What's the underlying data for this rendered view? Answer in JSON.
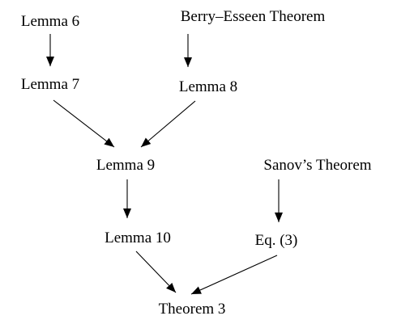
{
  "diagram": {
    "nodes": [
      {
        "id": "lemma6",
        "label": "Lemma 6"
      },
      {
        "id": "berry_esseen",
        "label": "Berry–Esseen Theorem"
      },
      {
        "id": "lemma7",
        "label": "Lemma 7"
      },
      {
        "id": "lemma8",
        "label": "Lemma 8"
      },
      {
        "id": "lemma9",
        "label": "Lemma 9"
      },
      {
        "id": "sanov",
        "label": "Sanov’s Theorem"
      },
      {
        "id": "lemma10",
        "label": "Lemma 10"
      },
      {
        "id": "eq3",
        "label": "Eq. (3)"
      },
      {
        "id": "theorem3",
        "label": "Theorem 3"
      }
    ],
    "edges": [
      {
        "from": "lemma6",
        "to": "lemma7"
      },
      {
        "from": "berry_esseen",
        "to": "lemma8"
      },
      {
        "from": "lemma7",
        "to": "lemma9"
      },
      {
        "from": "lemma8",
        "to": "lemma9"
      },
      {
        "from": "lemma9",
        "to": "lemma10"
      },
      {
        "from": "sanov",
        "to": "eq3"
      },
      {
        "from": "lemma10",
        "to": "theorem3"
      },
      {
        "from": "eq3",
        "to": "theorem3"
      }
    ],
    "colors": {
      "text": "#000000",
      "arrow": "#000000",
      "background": "#ffffff"
    }
  }
}
